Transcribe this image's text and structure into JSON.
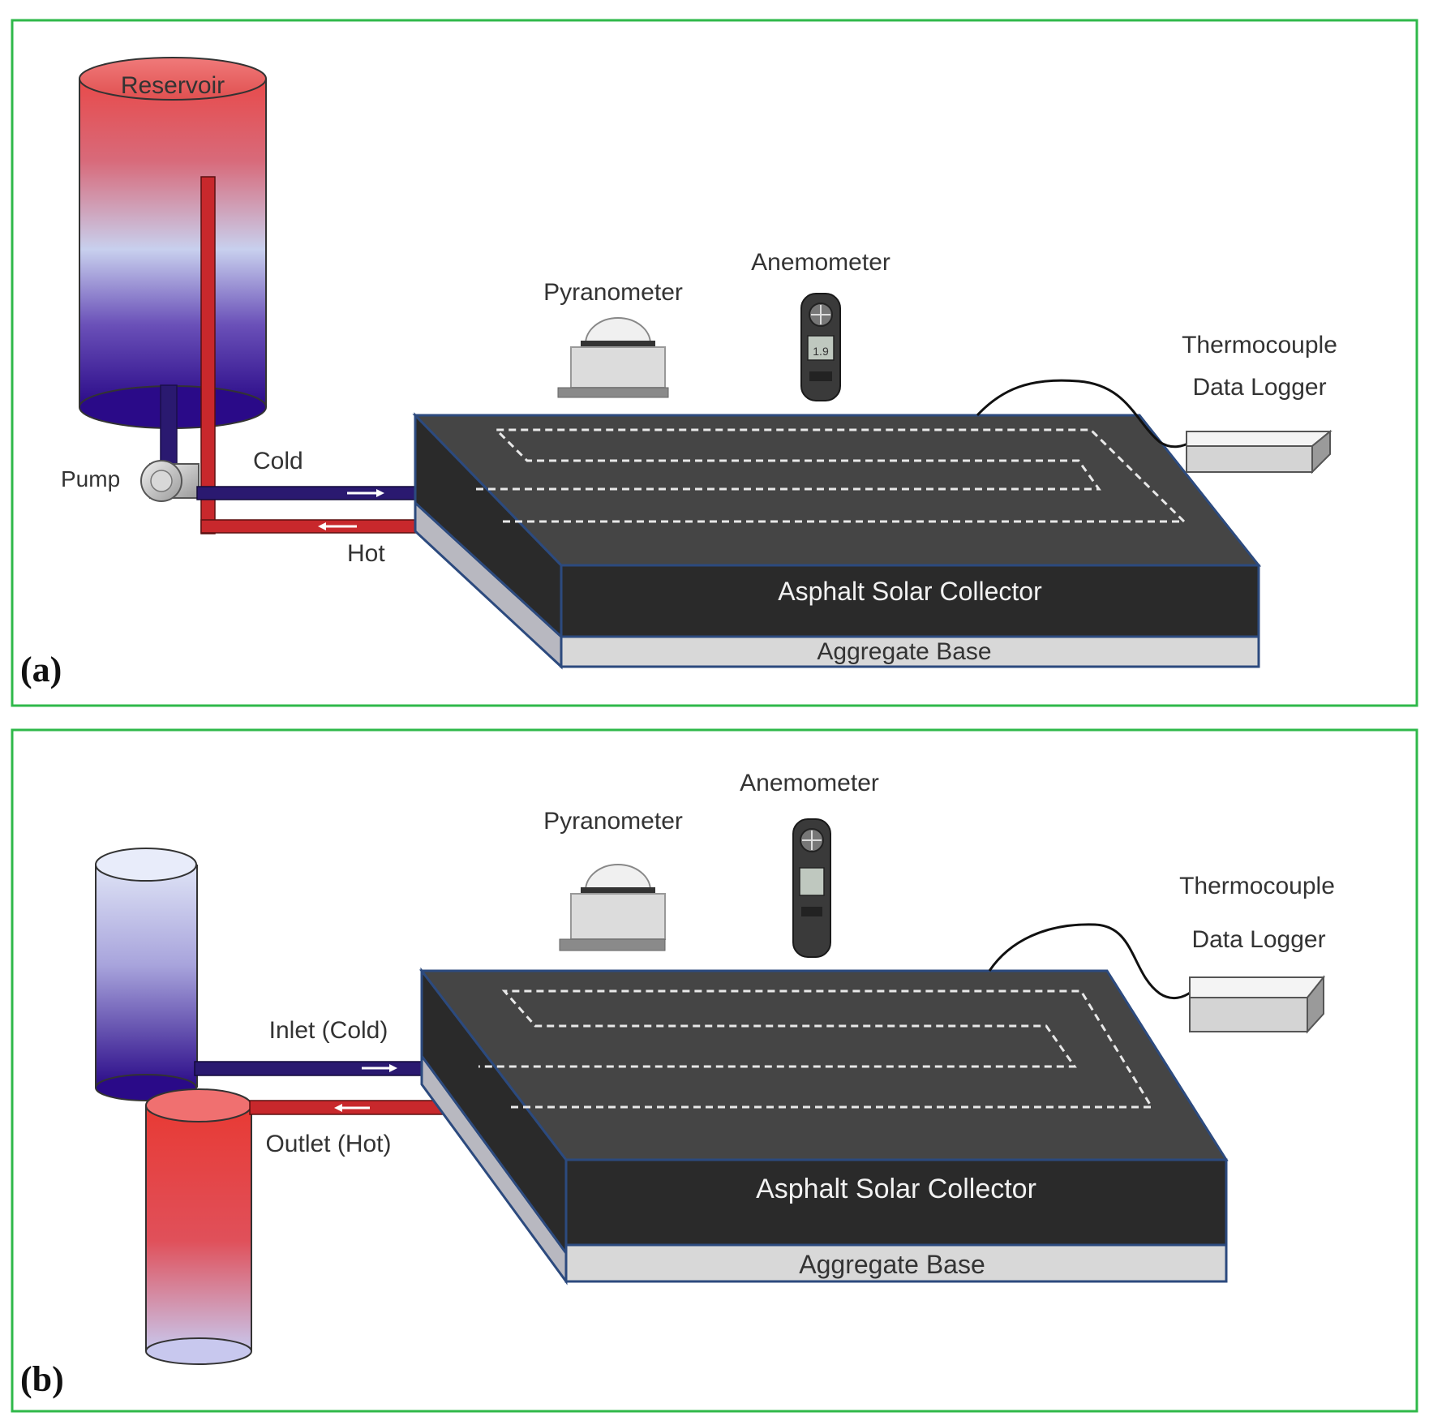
{
  "panel_a": {
    "label": "(a)",
    "reservoir": "Reservoir",
    "pump": "Pump",
    "cold": "Cold",
    "hot": "Hot",
    "pyranometer": "Pyranometer",
    "anemometer": "Anemometer",
    "logger_line1": "Thermocouple",
    "logger_line2": "Data Logger",
    "collector": "Asphalt Solar Collector",
    "base": "Aggregate Base",
    "anemometer_display": "1.9"
  },
  "panel_b": {
    "label": "(b)",
    "inlet": "Inlet (Cold)",
    "outlet": "Outlet (Hot)",
    "pyranometer": "Pyranometer",
    "anemometer": "Anemometer",
    "logger_line1": "Thermocouple",
    "logger_line2": "Data Logger",
    "collector": "Asphalt Solar Collector",
    "base": "Aggregate Base"
  },
  "colors": {
    "frame": "#2fb84a",
    "hot": "#c8282c",
    "cold": "#2a1970",
    "asphalt_top": "#454545",
    "asphalt_side": "#2c2c2c",
    "edge": "#2c4a7e",
    "base": "#d8d8d8"
  }
}
